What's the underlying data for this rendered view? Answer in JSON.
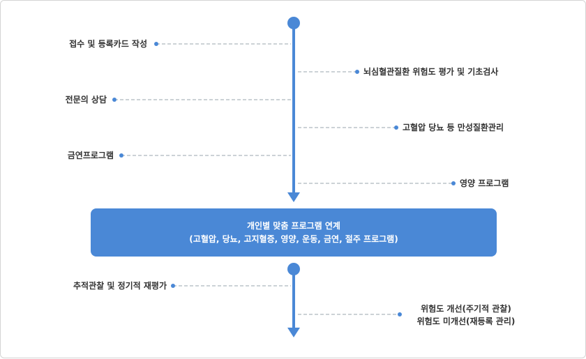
{
  "diagram": {
    "line_color": "#4a88d6",
    "dash_color": "#9aa4ae",
    "text_color": "#333333",
    "top_flow": {
      "left_items": [
        {
          "label": "접수 및 등록카드 작성"
        },
        {
          "label": "전문의 상담"
        },
        {
          "label": "금연프로그램"
        }
      ],
      "right_items": [
        {
          "label": "뇌심혈관질환 위험도 평가 및 기초검사"
        },
        {
          "label": "고혈압 당뇨 등 만성질환관리"
        },
        {
          "label": "영양 프로그램"
        }
      ]
    },
    "result_box": {
      "line1": "개인별 맞춤 프로그램 연계",
      "line2": "(고혈압, 당뇨, 고지혈증, 영양, 운동, 금연, 절주 프로그램)"
    },
    "bottom_flow": {
      "left_items": [
        {
          "label": "추적관찰 및 정기적 재평가"
        }
      ],
      "right_outcomes": {
        "line1": "위험도 개선(주기적 관찰)",
        "line2": "위험도 미개선(재등록 관리)"
      }
    }
  }
}
